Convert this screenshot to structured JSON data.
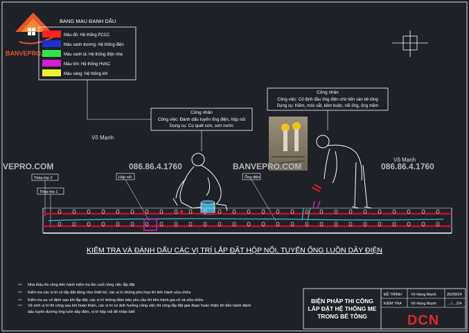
{
  "legend": {
    "title": "BANG MAU ĐANH DẤU",
    "items": [
      {
        "color": "#ff2020",
        "label": "Màu đỏ: Hệ thống PCCC"
      },
      {
        "color": "#1f2fd0",
        "label": "Màu xanh dương: Hệ thống điện"
      },
      {
        "color": "#2ee64a",
        "label": "Màu xanh lá: Hệ thống điện nhẹ"
      },
      {
        "color": "#d020d0",
        "label": "Màu tím: Hệ thống HVAC"
      },
      {
        "color": "#f0ee30",
        "label": "Màu vàng: Hệ thống khí"
      }
    ]
  },
  "logo": {
    "text": "BANVEPRO.COM"
  },
  "watermarks": {
    "left_site": "VEPRO.COM",
    "phone_left": "086.86.4.1760",
    "site_center": "BANVEPRO.COM",
    "phone_right": "086.86.4.1760"
  },
  "names": {
    "left": "Võ Mạnh",
    "right": "Võ Mạnh"
  },
  "callout_left": {
    "title": "Công nhân",
    "line1": "Công việc: Đánh dấu tuyến ống điện, hộp nối",
    "line2": "Dụng cụ: Cọ quét sơn, sơn nước"
  },
  "callout_right": {
    "title": "Công nhân",
    "line1": "Công việc: Cố định đầu ống điện chờ tiến sàn bê tông",
    "line2": "Dụng cụ: Kiềm, móc sắt, kềm buộc, nối ống, ống mềm"
  },
  "tags": {
    "rebar_top": "Thép lớp 2",
    "rebar_bottom": "Thép lớp 1",
    "junction_box": "Hộp nối",
    "conduit": "Ống điện"
  },
  "caption": "KIỂM TRA VÀ ĐÁNH DẤU CÁC VỊ TRÍ LẮP ĐẶT HỘP NỐI, TUYẾN ỐNG LUỒN DÂY ĐIỆN",
  "notes": [
    "Nhà thầu thi công tiến hành kiểm tra lần cuối công việc lắp đặt",
    "Kiểm tra các vị trí có lắp đặt đúng như thiết kế, các vị trí không phù hợp thì tiến hành sửa chữa",
    "Kiểm tra sự cố định sau khi lắp đặt, các vị trí không đảm bảo yêu cầu thì tiến hành gia cố và sửa chữa",
    "Vệ sinh vị trí thi công sau khi hoàn thiện, các vị trí có ảnh hưởng công việc thi công lắp đặt giai đoạn hoàn thiện thì tiến hành đánh",
    "dấu tuyến đường ống luồn dây điện, vị trí hộp nối để nhận biết"
  ],
  "title_block": {
    "title_line1": "BIỆN PHÁP THI CÔNG",
    "title_line2": "LẮP ĐẶT HỆ THỐNG ME",
    "title_line3": "TRONG BÊ TÔNG",
    "row1_label": "ĐỀ TRÌNH",
    "row1_name": "Võ Hùng Mạnh",
    "row1_date": "25/09/24",
    "row2_label": "KIỂM TRA",
    "row2_name": "Võ Hùng Mạnh",
    "row2_date": "..../..../24",
    "brand": "DCN"
  },
  "colors": {
    "background": "#1e2127",
    "line": "#ffffff",
    "rebar": "#c8102e",
    "watermark": "#b8b8b8",
    "brand_red": "#e0262a",
    "logo_orange": "#e8562a",
    "conduit_blue": "#3fa8c8"
  }
}
